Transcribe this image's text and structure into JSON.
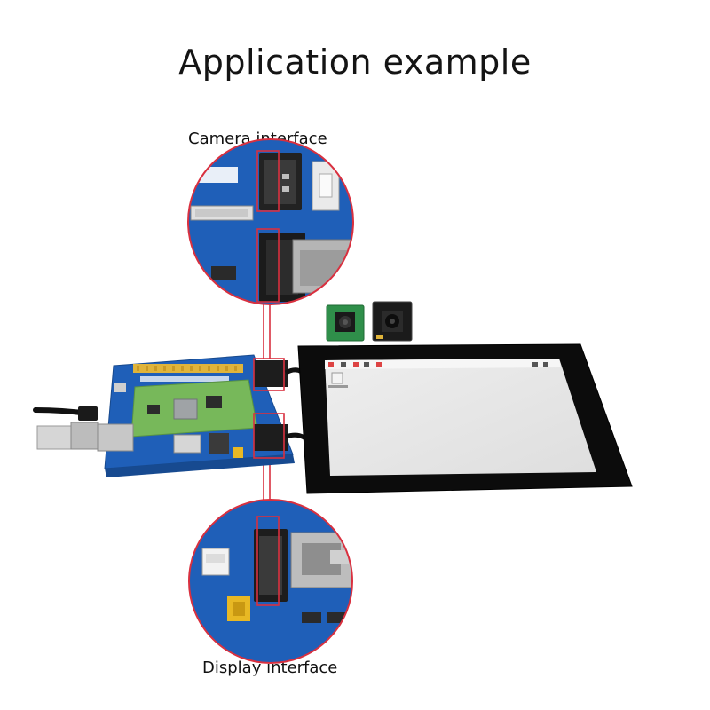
{
  "title": "Application example",
  "callouts": {
    "camera": "Camera interface",
    "display": "Display interface"
  },
  "colors": {
    "pcb_blue": "#1f5fb8",
    "callout_red": "#d9303f",
    "bezel": "#0c0c0c",
    "screen": "#e6e6e6",
    "cm_green": "#77b85a",
    "gold_header": "#e0b43a"
  }
}
